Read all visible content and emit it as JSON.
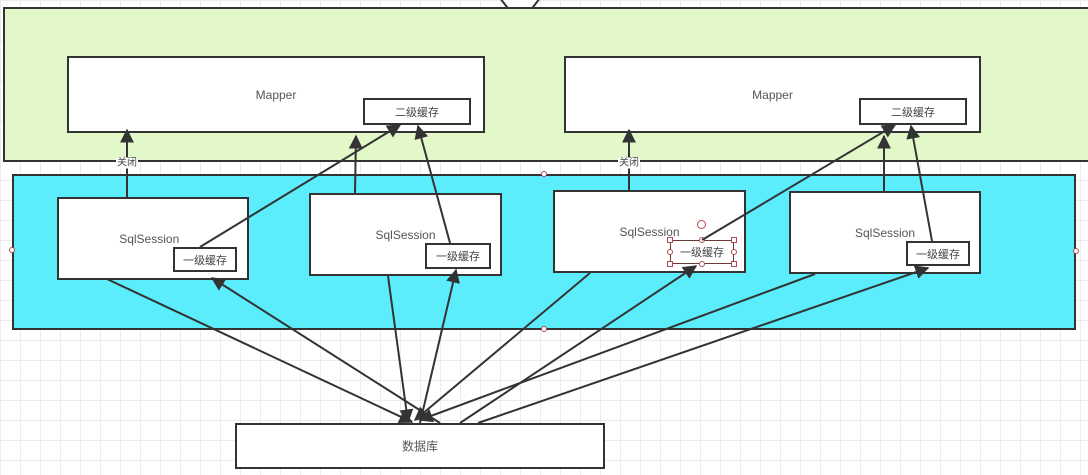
{
  "diagram": {
    "title": "MyBatis cache architecture",
    "colors": {
      "mapper_layer": "#e3f8c9",
      "session_layer": "#5bedfc",
      "stroke": "#333333"
    },
    "mappers": [
      {
        "label": "Mapper",
        "cache_label": "二级缓存",
        "close_label": "关闭"
      },
      {
        "label": "Mapper",
        "cache_label": "二级缓存",
        "close_label": "关闭"
      }
    ],
    "sessions": [
      {
        "label": "SqlSession",
        "cache_label": "一级缓存"
      },
      {
        "label": "SqlSession",
        "cache_label": "一级缓存"
      },
      {
        "label": "SqlSession",
        "cache_label": "一级缓存",
        "selected": true
      },
      {
        "label": "SqlSession",
        "cache_label": "一级缓存"
      }
    ],
    "database": {
      "label": "数据库"
    }
  }
}
